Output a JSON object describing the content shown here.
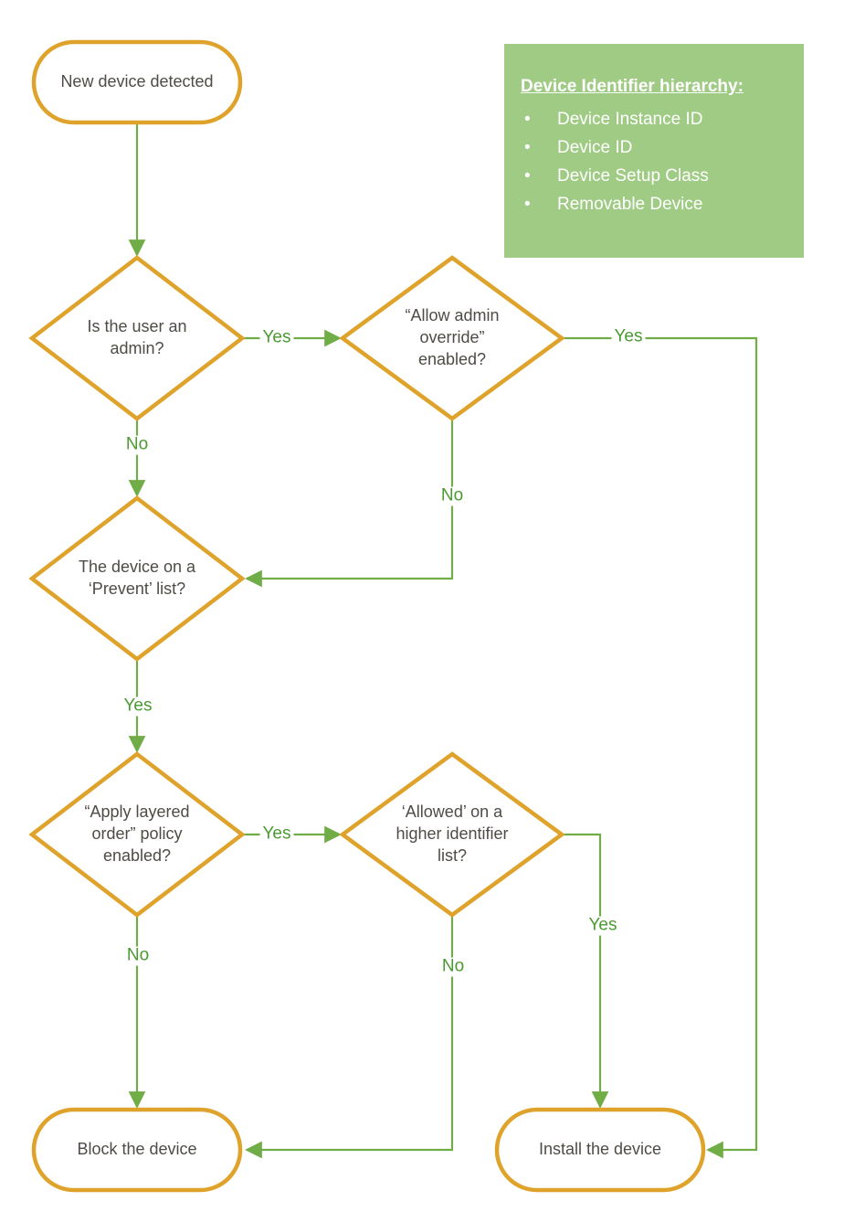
{
  "colors": {
    "shape_border": "#DFA32B",
    "connector": "#70AD47",
    "edge_label_text": "#4A9A31",
    "node_text": "#4F4B45",
    "note_bg": "#A0CB84",
    "note_text": "#FFFFFF"
  },
  "nodes": {
    "start": {
      "label": "New device detected"
    },
    "admin": {
      "label": "Is the user an admin?"
    },
    "override": {
      "label": "“Allow admin override” enabled?"
    },
    "prevent": {
      "label": "The device on a ‘Prevent’ list?"
    },
    "layered": {
      "label": "“Apply layered order” policy enabled?"
    },
    "higher": {
      "label": "‘Allowed’ on a higher identifier list?"
    },
    "block": {
      "label": "Block the device"
    },
    "install": {
      "label": "Install the device"
    }
  },
  "edge_labels": {
    "admin_yes": "Yes",
    "admin_no": "No",
    "override_yes": "Yes",
    "override_no": "No",
    "prevent_yes": "Yes",
    "layered_yes": "Yes",
    "layered_no": "No",
    "higher_yes": "Yes",
    "higher_no": "No"
  },
  "note": {
    "title": "Device Identifier hierarchy:",
    "bullet": "•",
    "items": [
      "Device Instance ID",
      "Device ID",
      "Device Setup Class",
      "Removable Device"
    ]
  }
}
